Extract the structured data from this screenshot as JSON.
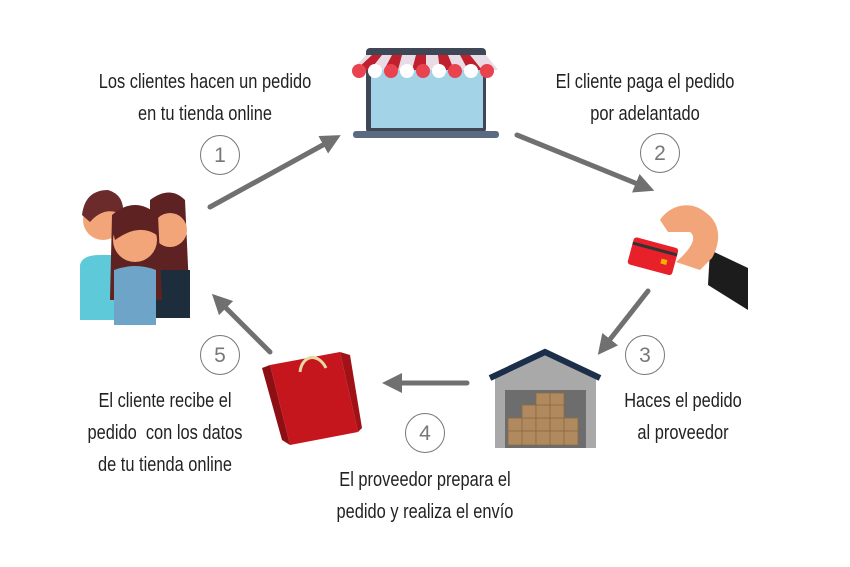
{
  "steps": [
    {
      "number": "1",
      "text": [
        "Los clientes hacen un pedido",
        "en tu tienda online"
      ]
    },
    {
      "number": "2",
      "text": [
        "El cliente paga el pedido",
        "por adelantado"
      ]
    },
    {
      "number": "3",
      "text": [
        "Haces el pedido",
        "al proveedor"
      ]
    },
    {
      "number": "4",
      "text": [
        "El proveedor prepara el",
        "pedido y realiza el envío"
      ]
    },
    {
      "number": "5",
      "text": [
        "El cliente recibe el",
        "pedido  con los datos",
        "de tu tienda online"
      ]
    }
  ],
  "icons": [
    "online-store-laptop-icon",
    "credit-card-payment-icon",
    "warehouse-icon",
    "shopping-bag-icon",
    "customers-group-icon"
  ],
  "colors": {
    "arrow": "#707070",
    "awning_red": "#e8434f",
    "screen": "#a3d3e6",
    "card": "#e8202a",
    "bag": "#c4161c",
    "roof": "#1b2e4a"
  }
}
